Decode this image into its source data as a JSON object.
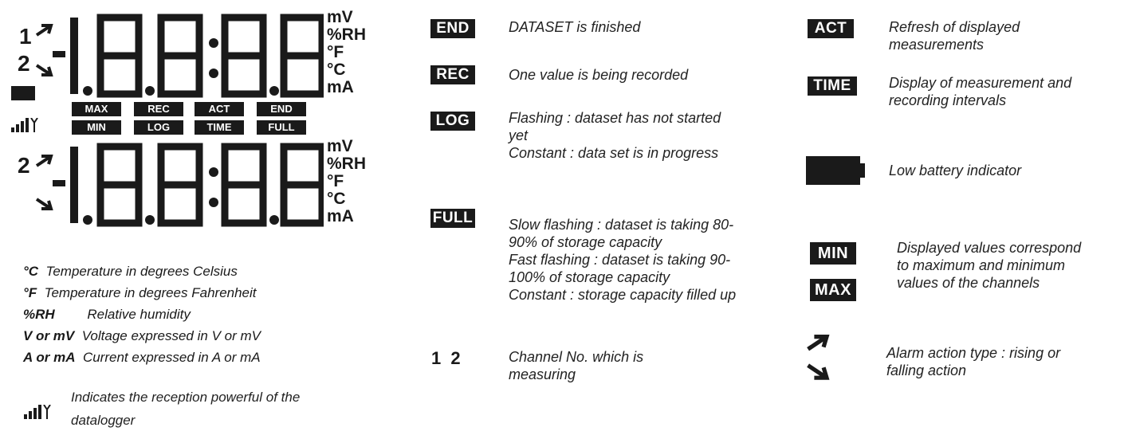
{
  "display": {
    "top_channel_1": "1",
    "top_channel_2": "2",
    "bottom_channel": "2",
    "units_top": [
      "mV",
      "%RH",
      "°F",
      "°C",
      "mA"
    ],
    "units_bottom": [
      "mV",
      "%RH",
      "°F",
      "°C",
      "mA"
    ],
    "mode_row1": [
      "MAX",
      "REC",
      "ACT",
      "END"
    ],
    "mode_row2": [
      "MIN",
      "LOG",
      "TIME",
      "FULL"
    ]
  },
  "legend": [
    {
      "symbol": "°C",
      "text": "Temperature in degrees Celsius"
    },
    {
      "symbol": "°F",
      "text": "Temperature in degrees Fahrenheit"
    },
    {
      "symbol": "%RH",
      "text": "Relative humidity"
    },
    {
      "symbol": "V or mV",
      "text": "Voltage expressed in V or mV"
    },
    {
      "symbol": "A or mA",
      "text": "Current expressed in A or mA"
    }
  ],
  "signal_note": {
    "line1": "Indicates the reception powerful of the",
    "line2": "datalogger"
  },
  "middle": {
    "end": {
      "badge": "END",
      "desc": [
        "DATASET is finished"
      ]
    },
    "rec": {
      "badge": "REC",
      "desc": [
        "One value is being recorded"
      ]
    },
    "log": {
      "badge": "LOG",
      "desc": [
        "Flashing : dataset has not started",
        "yet",
        "Constant : data set is in progress"
      ]
    },
    "full": {
      "badge": "FULL",
      "desc": [
        "Slow flashing : dataset is taking 80-",
        "90% of storage capacity",
        "Fast flashing : dataset is taking 90-",
        "100% of storage capacity",
        "Constant : storage capacity filled up"
      ]
    },
    "channel": {
      "badge": "1 2",
      "desc": [
        "Channel No. which is",
        "measuring"
      ]
    }
  },
  "right": {
    "act": {
      "badge": "ACT",
      "desc": [
        "Refresh of displayed",
        "measurements"
      ]
    },
    "time": {
      "badge": "TIME",
      "desc": [
        "Display of measurement and",
        "recording intervals"
      ]
    },
    "battery": {
      "desc": [
        "Low battery indicator"
      ]
    },
    "minmax": {
      "badge_min": "MIN",
      "badge_max": "MAX",
      "desc": [
        "Displayed values correspond",
        "to maximum and minimum",
        "values of the channels"
      ]
    },
    "alarm": {
      "desc": [
        "Alarm action type : rising or",
        "falling action"
      ]
    }
  }
}
